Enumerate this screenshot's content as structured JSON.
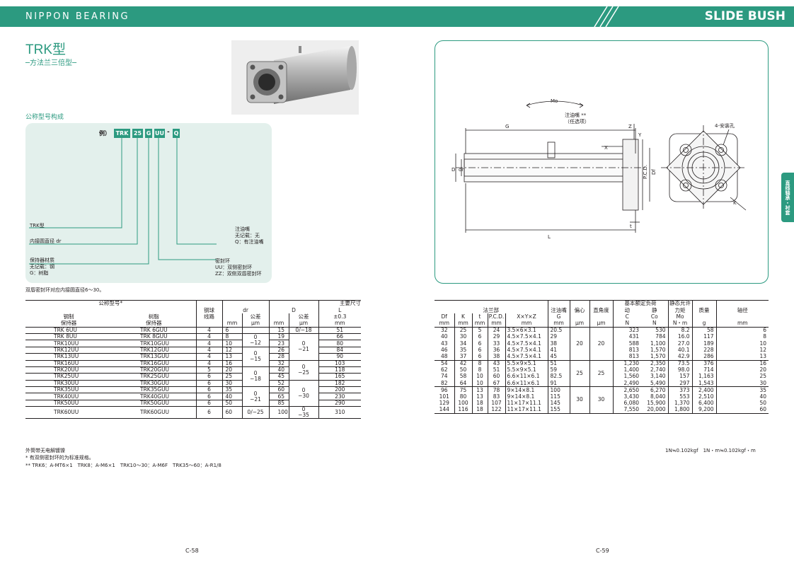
{
  "header": {
    "brand": "NIPPON BEARING",
    "section": "SLIDE BUSH"
  },
  "title": "TRK型",
  "subtitle": "─方法兰三倍型─",
  "code_section_label": "公称型号构成",
  "code_example": {
    "prefix": "例）",
    "parts": [
      "TRK",
      "25",
      "G",
      "UU",
      "Q"
    ]
  },
  "code_labels": {
    "trk": "TRK型",
    "dr": "内接圆直径 dr",
    "cage": [
      "保持器材质",
      "无记载：钢",
      "G：树脂"
    ],
    "oil": [
      "注油嘴",
      "无记载：无",
      "Q：有注油嘴"
    ],
    "seal": [
      "密封环",
      "UU：双侧密封环",
      "ZZ：双侧双唇密封环"
    ]
  },
  "code_note": "双唇密封环对应内接圆直径6～30。",
  "left_table": {
    "h_model": "公称型号*",
    "h_steel": "钢制",
    "h_steel2": "保持器",
    "h_resin": "树脂",
    "h_resin2": "保持器",
    "h_balls": "钢球",
    "h_balls2": "线路",
    "h_dr": "dr",
    "h_D": "D",
    "h_tol": "公差",
    "h_main": "主要尺寸",
    "h_L": "L",
    "h_Ltol": "±0.3",
    "u_mm": "mm",
    "u_um": "μm",
    "rows": [
      [
        "TRK 6UU",
        "TRK 6GUU",
        "4",
        "6",
        "15",
        "51"
      ],
      [
        "TRK 8UU",
        "TRK 8GUU",
        "4",
        "8",
        "19",
        "66"
      ],
      [
        "TRK10UU",
        "TRK10GUU",
        "4",
        "10",
        "23",
        "80"
      ],
      [
        "TRK12UU",
        "TRK12GUU",
        "4",
        "12",
        "26",
        "84"
      ],
      [
        "TRK13UU",
        "TRK13GUU",
        "4",
        "13",
        "28",
        "90"
      ],
      [
        "TRK16UU",
        "TRK16GUU",
        "4",
        "16",
        "32",
        "103"
      ],
      [
        "TRK20UU",
        "TRK20GUU",
        "5",
        "20",
        "40",
        "118"
      ],
      [
        "TRK25UU",
        "TRK25GUU",
        "6",
        "25",
        "45",
        "165"
      ],
      [
        "TRK30UU",
        "TRK30GUU",
        "6",
        "30",
        "52",
        "182"
      ],
      [
        "TRK35UU",
        "TRK35GUU",
        "6",
        "35",
        "60",
        "200"
      ],
      [
        "TRK40UU",
        "TRK40GUU",
        "6",
        "40",
        "65",
        "230"
      ],
      [
        "TRK50UU",
        "TRK50GUU",
        "6",
        "50",
        "85",
        "290"
      ],
      [
        "TRK60UU",
        "TRK60GUU",
        "6",
        "60",
        "100",
        "310"
      ]
    ],
    "dr_tol": [
      "0",
      "−12",
      "0",
      "−15",
      "0",
      "−18",
      "0",
      "−21",
      "0/−25"
    ],
    "D_tol": [
      "0/−18",
      "0",
      "−21",
      "0",
      "−25",
      "0",
      "−30",
      "0",
      "−35"
    ]
  },
  "left_notes": [
    "外筒带无电解镀镍",
    "* 有双侧密封环的为标准规格。",
    "** TRK6：A-MT6×1　TRK8：A-M6×1　TRK10～30：A-M6F　TRK35～60：A-R1/8"
  ],
  "right_table": {
    "h_flange": "法兰部",
    "h_oil": "注油嘴",
    "h_G": "G",
    "h_ecc": "偏心",
    "h_perp": "直角度",
    "h_load": "基本额定负荷",
    "h_dyn": "动",
    "h_C": "C",
    "h_sta": "静",
    "h_Co": "Co",
    "h_mom": "静态允许",
    "h_mom2": "力矩",
    "h_Mo": "Mo",
    "h_mass": "质量",
    "h_shaft": "轴径",
    "cols": [
      "Df",
      "K",
      "t",
      "P.C.D.",
      "X×Y×Z"
    ],
    "units": [
      "mm",
      "mm",
      "mm",
      "mm",
      "mm",
      "mm",
      "μm",
      "μm",
      "N",
      "N",
      "N・m",
      "g",
      "mm"
    ],
    "rows": [
      [
        "32",
        "25",
        "5",
        "24",
        "3.5×6×3.1",
        "20.5",
        "323",
        "530",
        "8.2",
        "58",
        "6"
      ],
      [
        "40",
        "30",
        "6",
        "29",
        "4.5×7.5×4.1",
        "29",
        "431",
        "784",
        "16.0",
        "117",
        "8"
      ],
      [
        "43",
        "34",
        "6",
        "33",
        "4.5×7.5×4.1",
        "38",
        "588",
        "1,100",
        "27.0",
        "189",
        "10"
      ],
      [
        "46",
        "35",
        "6",
        "36",
        "4.5×7.5×4.1",
        "41",
        "813",
        "1,570",
        "40.1",
        "228",
        "12"
      ],
      [
        "48",
        "37",
        "6",
        "38",
        "4.5×7.5×4.1",
        "45",
        "813",
        "1,570",
        "42.9",
        "286",
        "13"
      ],
      [
        "54",
        "42",
        "8",
        "43",
        "5.5×9×5.1",
        "51",
        "1,230",
        "2,350",
        "73.5",
        "376",
        "16"
      ],
      [
        "62",
        "50",
        "8",
        "51",
        "5.5×9×5.1",
        "59",
        "1,400",
        "2,740",
        "98.0",
        "714",
        "20"
      ],
      [
        "74",
        "58",
        "10",
        "60",
        "6.6×11×6.1",
        "82.5",
        "1,560",
        "3,140",
        "157",
        "1,163",
        "25"
      ],
      [
        "82",
        "64",
        "10",
        "67",
        "6.6×11×6.1",
        "91",
        "2,490",
        "5,490",
        "297",
        "1,543",
        "30"
      ],
      [
        "96",
        "75",
        "13",
        "78",
        "9×14×8.1",
        "100",
        "2,650",
        "6,270",
        "373",
        "2,400",
        "35"
      ],
      [
        "101",
        "80",
        "13",
        "83",
        "9×14×8.1",
        "115",
        "3,430",
        "8,040",
        "553",
        "2,510",
        "40"
      ],
      [
        "129",
        "100",
        "18",
        "107",
        "11×17×11.1",
        "145",
        "6,080",
        "15,900",
        "1,370",
        "6,400",
        "50"
      ],
      [
        "144",
        "116",
        "18",
        "122",
        "11×17×11.1",
        "155",
        "7,550",
        "20,000",
        "1,800",
        "9,200",
        "60"
      ]
    ],
    "ecc": [
      "20",
      "25",
      "30"
    ],
    "perp": [
      "20",
      "25",
      "30"
    ]
  },
  "unit_note": "1N≒0.102kgf　1N・m≒0.102kgf・m",
  "drawing": {
    "Mo": "Mo",
    "oil": "注油嘴 **",
    "oil2": "（任选项）",
    "G": "G",
    "L": "L",
    "D": "D",
    "dr": "dr",
    "PCD": "P.C.D.",
    "Df": "Df",
    "X": "X",
    "Y": "Y",
    "Z": "Z",
    "t": "t",
    "K": "K",
    "holes": "4-安装孔"
  },
  "side_tab": "直线轴承・衬套",
  "page_left": "C-58",
  "page_right": "C-59"
}
